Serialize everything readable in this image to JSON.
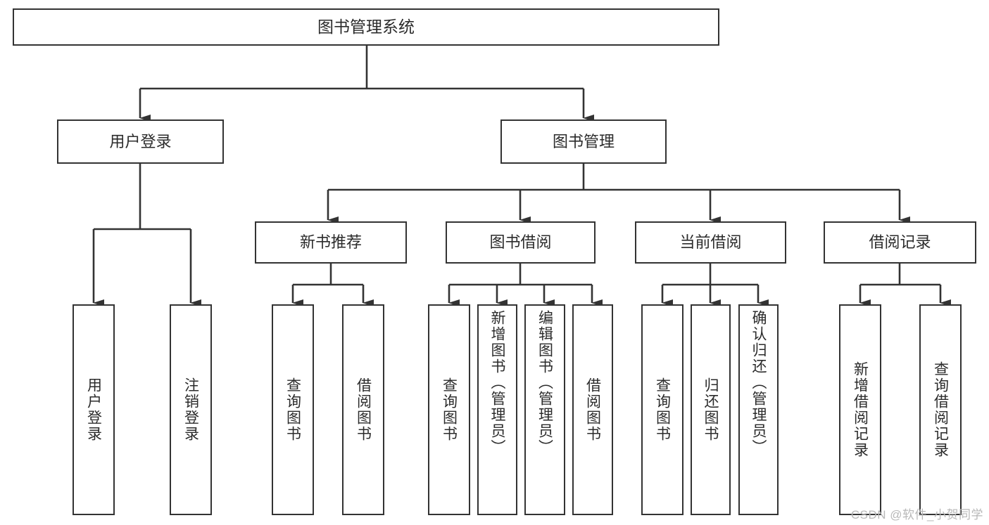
{
  "diagram": {
    "title": "图书管理系统",
    "type": "hierarchy-tree",
    "colors": {
      "node_border": "#333333",
      "node_fill": "#ffffff",
      "edge": "#333333",
      "text": "#2b2b2b",
      "watermark": "#b8b8b8",
      "background": "#ffffff"
    },
    "nodes": {
      "root": {
        "label": "图书管理系统"
      },
      "level1": [
        {
          "id": "user-login",
          "label": "用户登录"
        },
        {
          "id": "book-manage",
          "label": "图书管理"
        }
      ],
      "level2": [
        {
          "id": "new-book-recommend",
          "label": "新书推荐"
        },
        {
          "id": "book-borrow",
          "label": "图书借阅"
        },
        {
          "id": "current-borrow",
          "label": "当前借阅"
        },
        {
          "id": "borrow-record",
          "label": "借阅记录"
        }
      ],
      "leaves": {
        "user_login": [
          {
            "id": "leaf-user-login",
            "label": "用户登录"
          },
          {
            "id": "leaf-logout-login",
            "label": "注销登录"
          }
        ],
        "new_book_recommend": [
          {
            "id": "leaf-query-book-1",
            "label": "查询图书"
          },
          {
            "id": "leaf-borrow-book-1",
            "label": "借阅图书"
          }
        ],
        "book_borrow": [
          {
            "id": "leaf-query-book-2",
            "label": "查询图书"
          },
          {
            "id": "leaf-add-book-admin",
            "label": "新增图书（管理员）"
          },
          {
            "id": "leaf-edit-book-admin",
            "label": "编辑图书（管理员）"
          },
          {
            "id": "leaf-borrow-book-2",
            "label": "借阅图书"
          }
        ],
        "current_borrow": [
          {
            "id": "leaf-query-book-3",
            "label": "查询图书"
          },
          {
            "id": "leaf-return-book",
            "label": "归还图书"
          },
          {
            "id": "leaf-confirm-return-admin",
            "label": "确认归还（管理员）"
          }
        ],
        "borrow_record": [
          {
            "id": "leaf-add-borrow-record",
            "label": "新增借阅记录"
          },
          {
            "id": "leaf-query-borrow-record",
            "label": "查询借阅记录"
          }
        ]
      }
    },
    "watermark": "CSDN @软件_小贺同学"
  }
}
